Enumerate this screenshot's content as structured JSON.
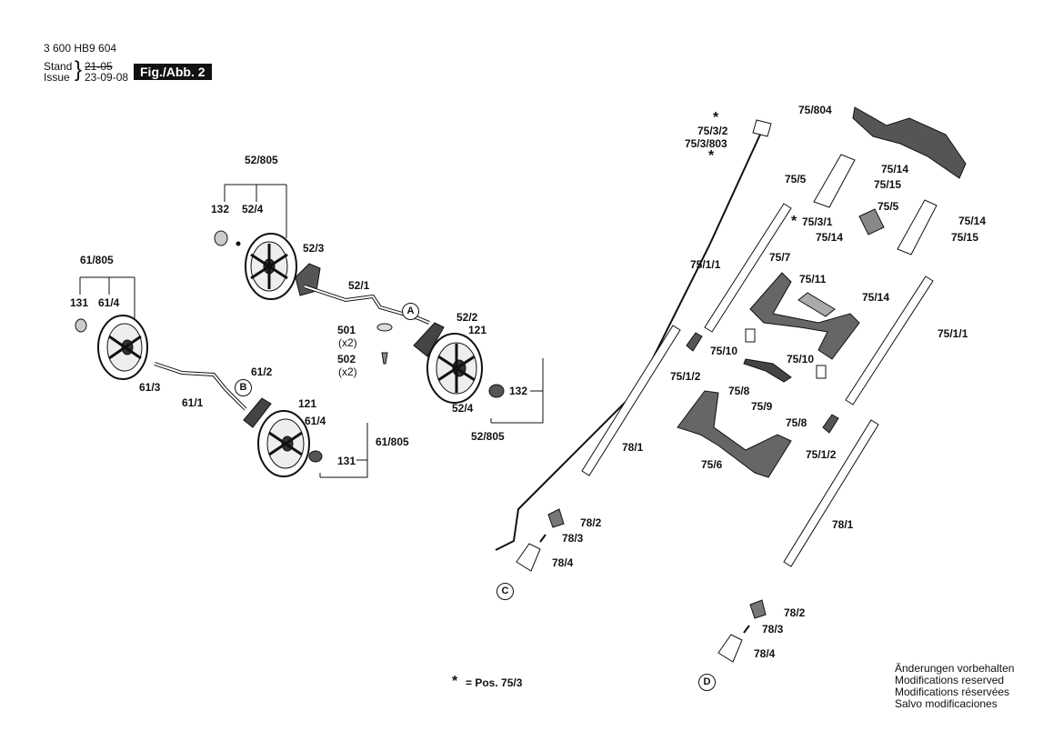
{
  "header": {
    "doc_number": "3 600 HB9 604",
    "stand_label": "Stand",
    "issue_label": "Issue",
    "old_date": "21-05",
    "new_date": "23-09-08",
    "figure": "Fig./Abb. 2"
  },
  "callouts": {
    "c1": "A",
    "c2": "B",
    "c3": "C",
    "c4": "D"
  },
  "labels": {
    "l52_805a": "52/805",
    "l132a": "132",
    "l52_4a": "52/4",
    "l52_3": "52/3",
    "l52_1": "52/1",
    "l52_2": "52/2",
    "l121a": "121",
    "l501": "501",
    "l501x": "(x2)",
    "l502": "502",
    "l502x": "(x2)",
    "l132b": "132",
    "l52_4b": "52/4",
    "l52_805b": "52/805",
    "l61_805a": "61/805",
    "l131a": "131",
    "l61_4a": "61/4",
    "l61_3": "61/3",
    "l61_1": "61/1",
    "l61_2": "61/2",
    "l121b": "121",
    "l61_4b": "61/4",
    "l61_805b": "61/805",
    "l131b": "131",
    "l75_3_2": "75/3/2",
    "l75_3_803": "75/3/803",
    "l75_804": "75/804",
    "l75_5a": "75/5",
    "l75_14a": "75/14",
    "l75_15a": "75/15",
    "l75_3_1": "75/3/1",
    "l75_14b": "75/14",
    "l75_5b": "75/5",
    "l75_14c": "75/14",
    "l75_15b": "75/15",
    "l75_1_1a": "75/1/1",
    "l75_7": "75/7",
    "l75_11": "75/11",
    "l75_14d": "75/14",
    "l75_1_1b": "75/1/1",
    "l75_10a": "75/10",
    "l75_10b": "75/10",
    "l75_1_2a": "75/1/2",
    "l75_8a": "75/8",
    "l75_9": "75/9",
    "l75_8b": "75/8",
    "l75_1_2b": "75/1/2",
    "l75_6": "75/6",
    "l78_1a": "78/1",
    "l78_1b": "78/1",
    "l78_2a": "78/2",
    "l78_3a": "78/3",
    "l78_4a": "78/4",
    "l78_2b": "78/2",
    "l78_3b": "78/3",
    "l78_4b": "78/4"
  },
  "legend": {
    "star": "*",
    "text": "= Pos. 75/3"
  },
  "notes": [
    "Änderungen vorbehalten",
    "Modifications reserved",
    "Modifications réservées",
    "Salvo modificaciones"
  ]
}
